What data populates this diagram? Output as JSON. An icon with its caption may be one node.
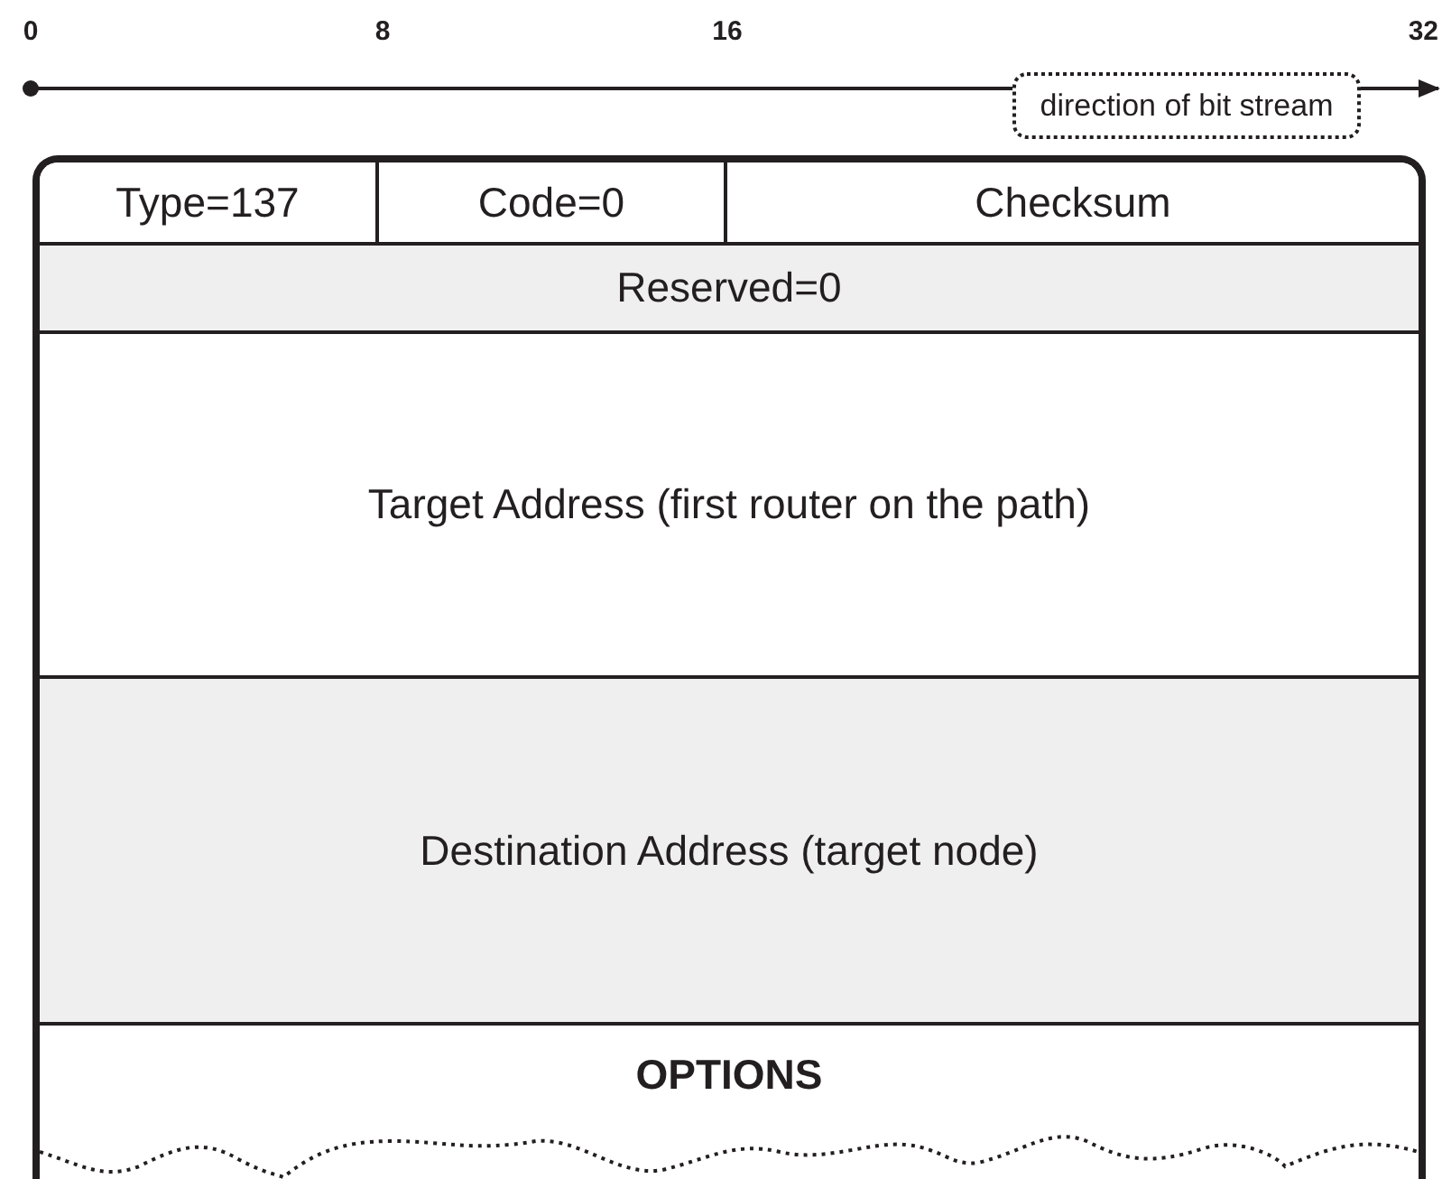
{
  "diagram": {
    "nodes": [
      {
        "text": [
          "Type=137"
        ]
      },
      {
        "text": [
          "Code=0"
        ]
      },
      {
        "text": [
          "Checksum"
        ]
      },
      {
        "text": [
          "Reserved=0"
        ]
      },
      {
        "text": [
          "Target Address (first router on the path)"
        ]
      },
      {
        "text": [
          "Destination Address (target node)"
        ]
      },
      {
        "text": [
          "OPTIONS"
        ]
      },
      {
        "text": [
          "direction of bit stream"
        ]
      }
    ],
    "labels": [
      "0",
      "8",
      "16",
      "32"
    ]
  }
}
